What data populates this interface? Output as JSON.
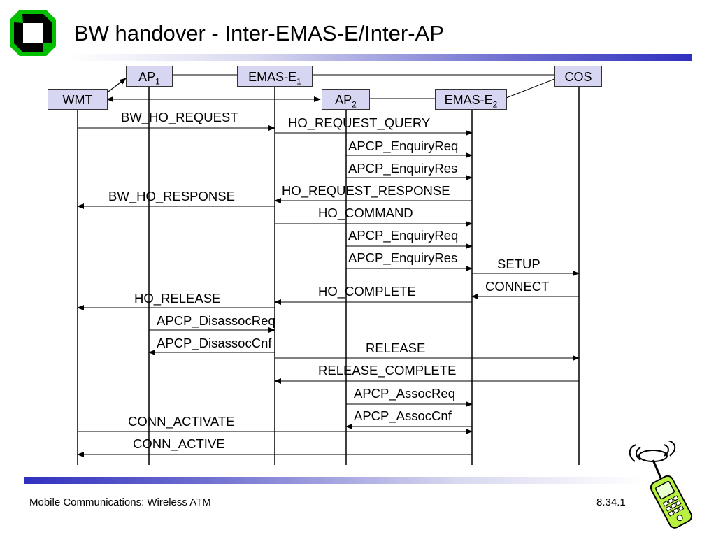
{
  "slide": {
    "title": "BW handover - Inter-EMAS-E/Inter-AP",
    "footer_left": "Mobile Communications: Wireless ATM",
    "footer_right": "8.34.1"
  },
  "entities": {
    "wmt": {
      "label": "WMT",
      "sub": ""
    },
    "ap1": {
      "label": "AP",
      "sub": "1"
    },
    "emase1": {
      "label": "EMAS-E",
      "sub": "1"
    },
    "cos": {
      "label": "COS",
      "sub": ""
    },
    "ap2": {
      "label": "AP",
      "sub": "2"
    },
    "emase2": {
      "label": "EMAS-E",
      "sub": "2"
    }
  },
  "messages": [
    {
      "label": "BW_HO_REQUEST",
      "from": "wmt",
      "to": "emase1"
    },
    {
      "label": "HO_REQUEST_QUERY",
      "from": "emase1",
      "to": "emase2"
    },
    {
      "label": "APCP_EnquiryReq",
      "from": "ap2",
      "to": "emase2"
    },
    {
      "label": "APCP_EnquiryRes",
      "from": "ap2",
      "to": "emase2"
    },
    {
      "label": "HO_REQUEST_RESPONSE",
      "from": "emase2",
      "to": "emase1"
    },
    {
      "label": "BW_HO_RESPONSE",
      "from": "emase1",
      "to": "wmt"
    },
    {
      "label": "HO_COMMAND",
      "from": "emase1",
      "to": "emase2"
    },
    {
      "label": "APCP_EnquiryReq",
      "from": "ap2",
      "to": "emase2"
    },
    {
      "label": "APCP_EnquiryRes",
      "from": "ap2",
      "to": "emase2"
    },
    {
      "label": "SETUP",
      "from": "emase2",
      "to": "cos"
    },
    {
      "label": "CONNECT",
      "from": "cos",
      "to": "emase2"
    },
    {
      "label": "HO_COMPLETE",
      "from": "emase2",
      "to": "emase1"
    },
    {
      "label": "HO_RELEASE",
      "from": "emase1",
      "to": "wmt"
    },
    {
      "label": "APCP_DisassocReq",
      "from": "ap1",
      "to": "emase1"
    },
    {
      "label": "APCP_DisassocCnf",
      "from": "emase1",
      "to": "ap1"
    },
    {
      "label": "RELEASE",
      "from": "emase1",
      "to": "cos"
    },
    {
      "label": "RELEASE_COMPLETE",
      "from": "cos",
      "to": "emase1"
    },
    {
      "label": "APCP_AssocReq",
      "from": "ap2",
      "to": "emase2"
    },
    {
      "label": "APCP_AssocCnf",
      "from": "emase2",
      "to": "ap2"
    },
    {
      "label": "CONN_ACTIVATE",
      "from": "wmt",
      "to": "emase2"
    },
    {
      "label": "CONN_ACTIVE",
      "from": "emase2",
      "to": "wmt"
    }
  ]
}
